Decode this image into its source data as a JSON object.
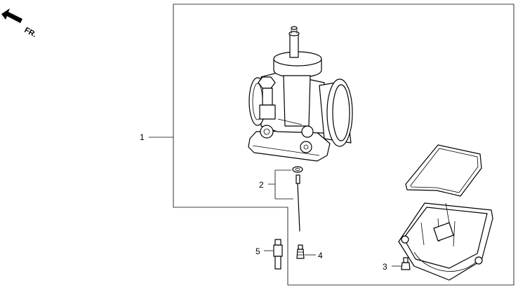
{
  "orientation": {
    "label": "FR.",
    "icon": "front-direction-arrow-icon"
  },
  "callouts": [
    "1",
    "2",
    "3",
    "4",
    "5"
  ]
}
